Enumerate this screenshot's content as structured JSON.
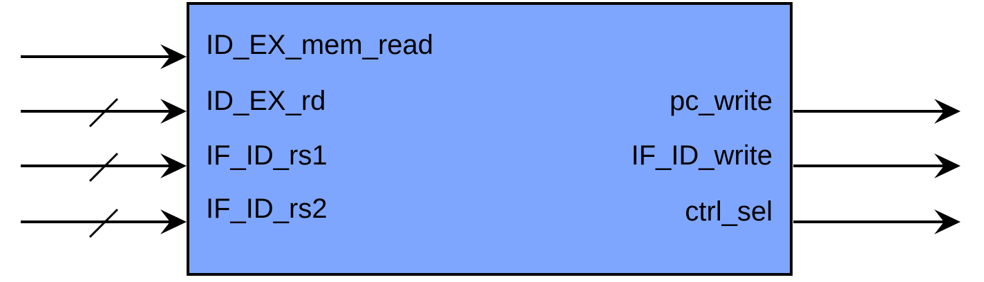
{
  "block": {
    "fill_color": "#7fa6ff",
    "border_color": "#000000"
  },
  "inputs": [
    {
      "label": "ID_EX_mem_read",
      "bus": false
    },
    {
      "label": "ID_EX_rd",
      "bus": true
    },
    {
      "label": "IF_ID_rs1",
      "bus": true
    },
    {
      "label": "IF_ID_rs2",
      "bus": true
    }
  ],
  "outputs": [
    {
      "label": "pc_write",
      "bus": false
    },
    {
      "label": "IF_ID_write",
      "bus": false
    },
    {
      "label": "ctrl_sel",
      "bus": false
    }
  ]
}
